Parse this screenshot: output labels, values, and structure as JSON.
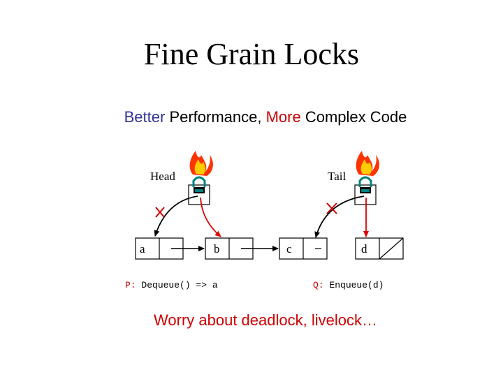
{
  "title": "Fine Grain Locks",
  "subtitle": {
    "part1": "Better",
    "part2": " Performance, ",
    "part3": "More",
    "part4": " Complex Code"
  },
  "pointers": {
    "head": "Head",
    "tail": "Tail"
  },
  "nodes": {
    "a": "a",
    "b": "b",
    "c": "c",
    "d": "d"
  },
  "operations": {
    "p_label": "P:",
    "p_text": " Dequeue() => a",
    "q_label": "Q:",
    "q_text": " Enqueue(d)"
  },
  "footer": "Worry about deadlock, livelock…",
  "colors": {
    "better": "#333399",
    "more": "#cc0000",
    "footer": "#cc0000",
    "lock": "#008080",
    "flame_outer": "#ff3300",
    "flame_inner": "#ffcc00",
    "cross": "#cc0000",
    "red_arrow": "#dd0000",
    "op_label": "#cc0000"
  }
}
